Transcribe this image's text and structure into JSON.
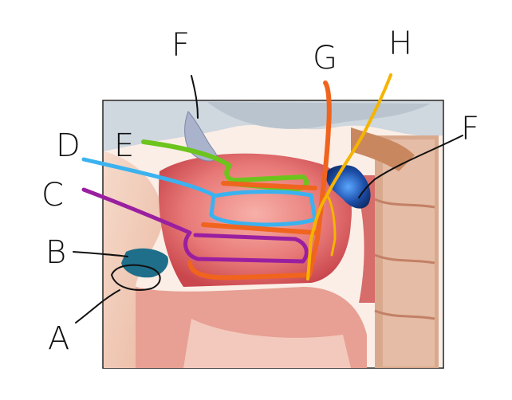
{
  "labels": {
    "A": "A",
    "B": "B",
    "C": "C",
    "D": "D",
    "E": "E",
    "F_top": "F",
    "F_right": "F",
    "G": "G",
    "H": "H"
  },
  "colors": {
    "green": "#6cc41c",
    "cyan": "#3bb2f0",
    "purple": "#9a1fa0",
    "orange": "#f0641e",
    "yellow": "#f5b400",
    "teal_blob": "#1f6f8a",
    "navy_blob": "#1d4ea8",
    "ink": "#111111"
  }
}
